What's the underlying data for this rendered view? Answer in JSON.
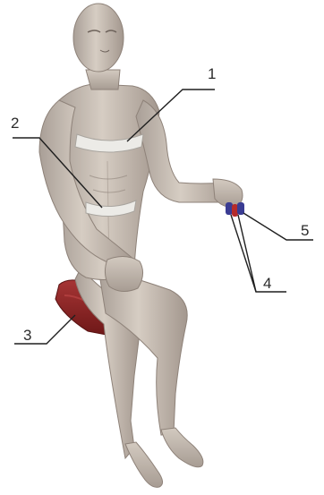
{
  "figure": {
    "callouts": [
      {
        "label": "1",
        "part": "chest-belt"
      },
      {
        "label": "2",
        "part": "abdominal-belt"
      },
      {
        "label": "3",
        "part": "seat-cushion"
      },
      {
        "label": "4",
        "part": "finger-sensors"
      },
      {
        "label": "5",
        "part": "finger-sensor-unit"
      }
    ],
    "colors": {
      "skin": "#c9bfb4",
      "skin_shadow": "#9d928a",
      "belt": "#ecebe7",
      "cushion": "#8e2323",
      "sensor_blue": "#3a3c93",
      "sensor_red": "#b52b2b",
      "leader_line": "#1f1f1f"
    }
  }
}
